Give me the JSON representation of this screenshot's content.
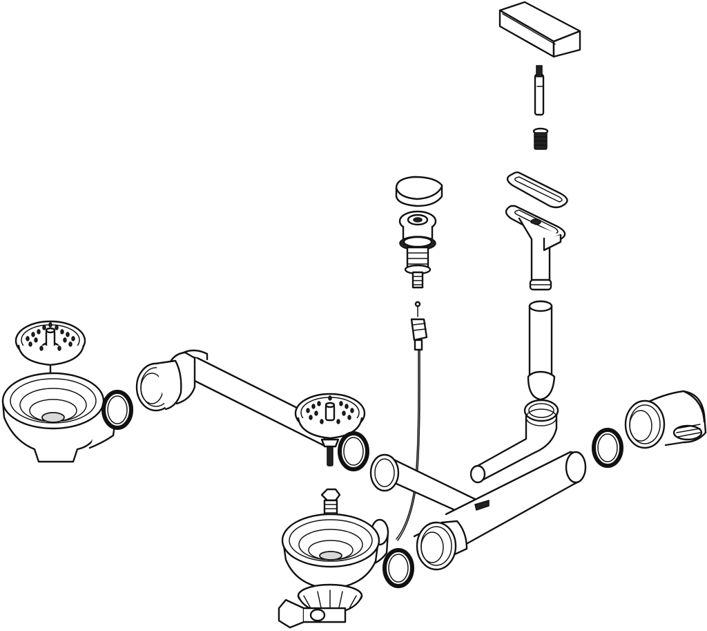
{
  "diagram": {
    "kind": "exploded-view",
    "subject_icon": "sink-drain-assembly",
    "colors": {
      "line": "#111111",
      "background": "#ffffff",
      "shade": "#d8d8d8"
    },
    "parts": [
      "overflow-cover",
      "spindle-rod",
      "threaded-bushing",
      "overflow-gasket",
      "overflow-body",
      "overflow-tube",
      "overflow-elbow",
      "popup-button-cap",
      "popup-button-housing",
      "bowden-cable",
      "strainer-basket-left",
      "strainer-body-left",
      "o-ring",
      "connecting-pipe",
      "strainer-basket-right",
      "strainer-body-right",
      "tee-pipe",
      "trap-elbow",
      "hex-bolt"
    ]
  }
}
